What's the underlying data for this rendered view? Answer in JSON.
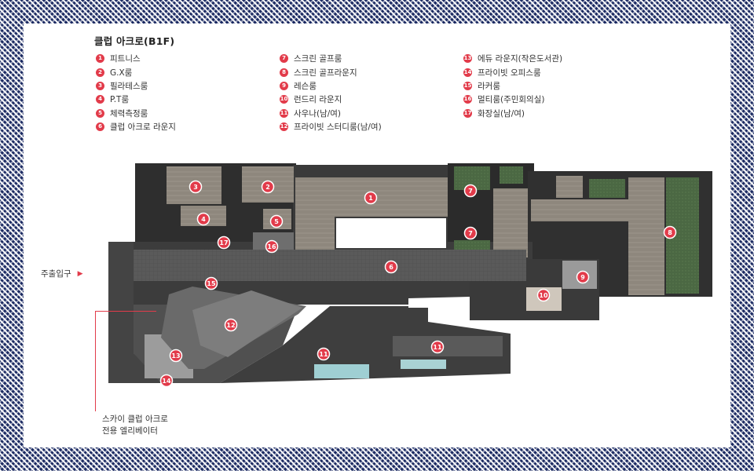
{
  "title": "클럽 아크로(B1F)",
  "legend": [
    {
      "num": "1",
      "label": "피트니스"
    },
    {
      "num": "2",
      "label": "G.X룸"
    },
    {
      "num": "3",
      "label": "필라테스룸"
    },
    {
      "num": "4",
      "label": "P.T룸"
    },
    {
      "num": "5",
      "label": "체력측정룸"
    },
    {
      "num": "6",
      "label": "클럽 아크로 라운지"
    },
    {
      "num": "7",
      "label": "스크린 골프룸"
    },
    {
      "num": "8",
      "label": "스크린 골프라운지"
    },
    {
      "num": "9",
      "label": "레슨룸"
    },
    {
      "num": "10",
      "label": "런드리 라운지"
    },
    {
      "num": "11",
      "label": "사우나(남/여)"
    },
    {
      "num": "12",
      "label": "프라이빗 스터디룸(남/여)"
    },
    {
      "num": "13",
      "label": "에듀 라운지(작은도서관)"
    },
    {
      "num": "14",
      "label": "프라이빗 오피스룸"
    },
    {
      "num": "15",
      "label": "라커룸"
    },
    {
      "num": "16",
      "label": "멀티룸(주민회의실)"
    },
    {
      "num": "17",
      "label": "화장실(남/여)"
    }
  ],
  "map_markers": [
    "3",
    "2",
    "1",
    "7",
    "7",
    "4",
    "5",
    "8",
    "17",
    "16",
    "6",
    "9",
    "15",
    "10",
    "12",
    "11",
    "11",
    "13",
    "14"
  ],
  "entrance_label": "주출입구",
  "elevator_label_line1": "스카이 클럽 아크로",
  "elevator_label_line2": "전용 엘리베이터",
  "colors": {
    "marker": "#e23b4a",
    "frame": "#1c2b63",
    "floor_dark": "#4a4a4a",
    "floor_room": "#8e8880",
    "green": "#4e6a44"
  }
}
